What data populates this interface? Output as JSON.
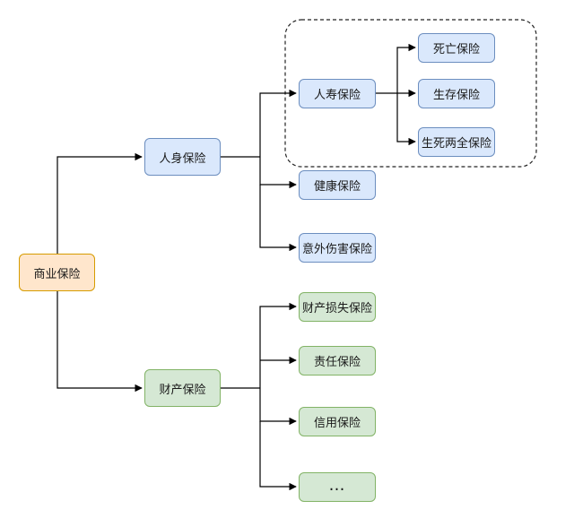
{
  "nodes": {
    "root": "商业保险",
    "personal": "人身保险",
    "property": "财产保险",
    "life": "人寿保险",
    "health": "健康保险",
    "accident": "意外伤害保险",
    "death": "死亡保险",
    "survival": "生存保险",
    "endowment": "生死两全保险",
    "property_loss": "财产损失保险",
    "liability": "责任保险",
    "credit": "信用保险",
    "more": "…"
  },
  "colors": {
    "orange_fill": "#ffe6cc",
    "orange_stroke": "#d79b00",
    "blue_fill": "#dae8fc",
    "blue_stroke": "#6c8ebf",
    "green_fill": "#d5e8d4",
    "green_stroke": "#82b366",
    "connector": "#000000"
  }
}
